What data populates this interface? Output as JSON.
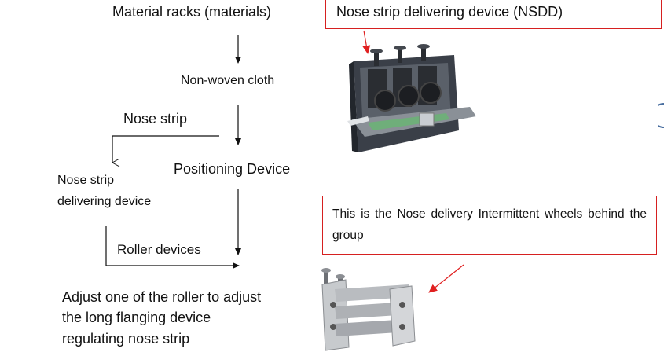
{
  "flow": {
    "material_racks": "Material racks (materials)",
    "non_woven": "Non-woven cloth",
    "nose_strip": "Nose strip",
    "positioning": "Positioning Device",
    "nsdd_label_line1": "Nose strip",
    "nsdd_label_line2": "delivering device",
    "roller_devices": "Roller devices"
  },
  "notes": {
    "adjust_line1": "Adjust one of the roller to adjust",
    "adjust_line2": "the long flanging device",
    "adjust_line3": "regulating nose strip"
  },
  "callouts": {
    "nsdd_title": "Nose strip delivering device (NSDD)",
    "intermittent": "This is the Nose delivery Intermittent wheels behind the group"
  },
  "colors": {
    "callout_border": "#d62020",
    "arrow_red": "#e02020",
    "text": "#111111"
  }
}
